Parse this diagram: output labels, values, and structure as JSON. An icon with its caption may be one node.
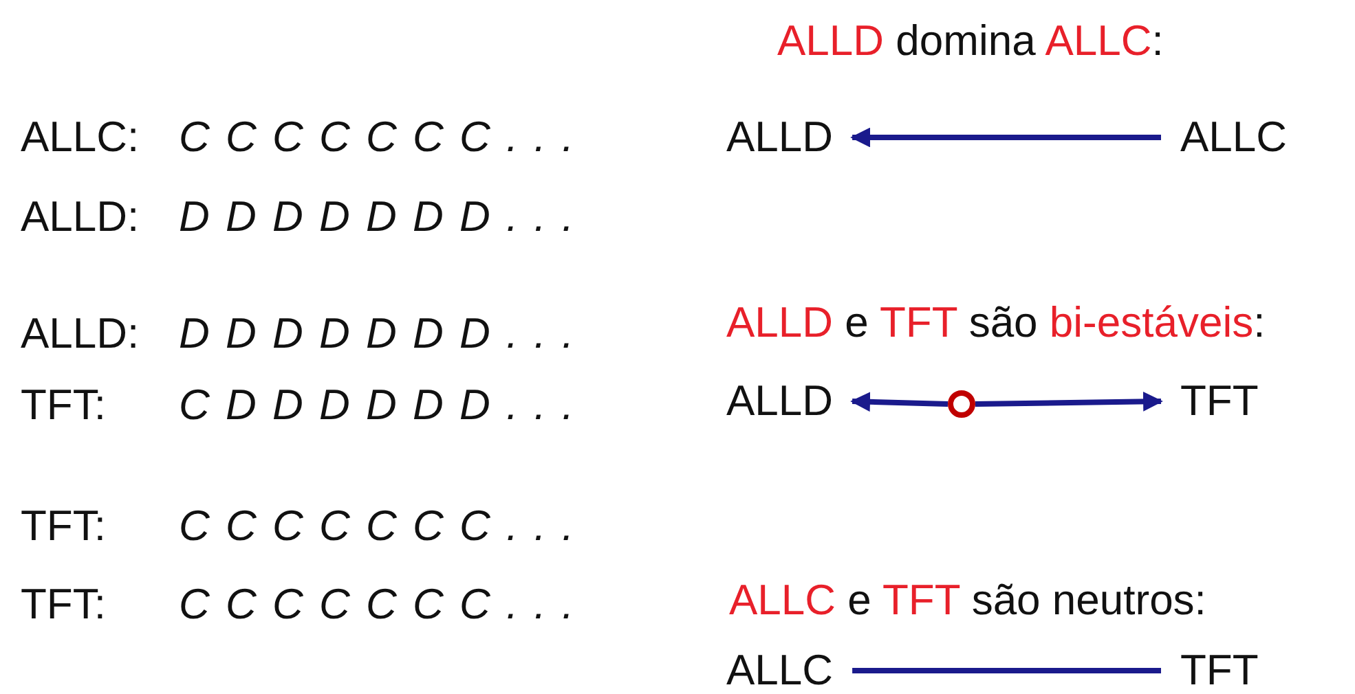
{
  "diagram": {
    "nodes": [
      {
        "text": [
          "ALLD"
        ]
      },
      {
        "text": [
          "ALLC"
        ]
      },
      {
        "text": [
          "ALLD"
        ]
      },
      {
        "text": [
          "TFT"
        ]
      },
      {
        "text": [],
        "shape": "circle"
      },
      {
        "text": [
          "ALLC"
        ]
      },
      {
        "text": [
          "TFT"
        ]
      }
    ],
    "edges": [
      {
        "from": 1,
        "to": 0,
        "arrow": "to"
      },
      {
        "from": 4,
        "to": 2,
        "arrow": "to"
      },
      {
        "from": 4,
        "to": 3,
        "arrow": "to"
      },
      {
        "from": 5,
        "to": 6,
        "arrow": "none"
      }
    ],
    "labels": [
      "**ALLD** domina **ALLC**:",
      "ALLC:",
      "C C C C C C C . . .",
      "ALLD:",
      "D D D D D D D . . .",
      "ALLD:",
      "D D D D D D D . . .",
      "**ALLD** e **TFT** são **bi-estáveis**:",
      "TFT:",
      "C D D D D D D . . .",
      "TFT:",
      "C C C C C C C . . .",
      "TFT:",
      "C C C C C C C . . .",
      "**ALLC** e **TFT** são neutros:"
    ]
  }
}
